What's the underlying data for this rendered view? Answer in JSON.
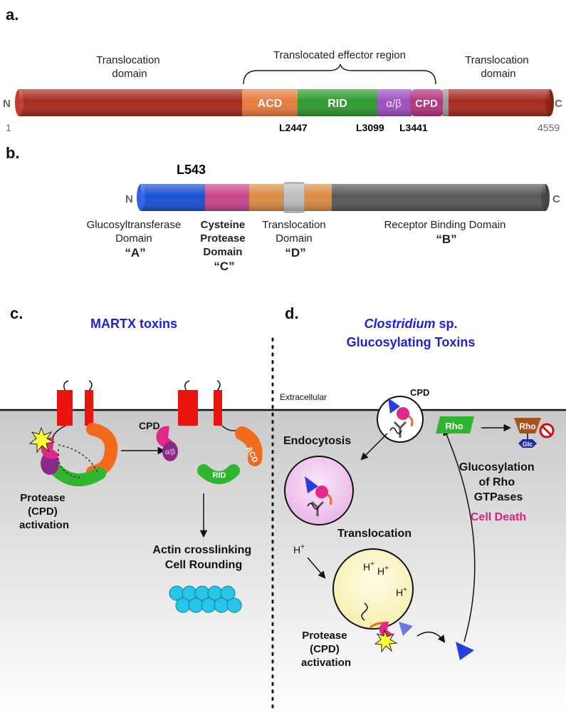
{
  "panel_a": {
    "panel_label": "a.",
    "n_terminus": "N",
    "c_terminus": "C",
    "start_residue": "1",
    "end_residue": "4559",
    "translocation_left": [
      "Translocation",
      "domain"
    ],
    "effector_region": "Translocated effector region",
    "translocation_right": [
      "Translocation",
      "domain"
    ],
    "segments": {
      "acd": "ACD",
      "rid": "RID",
      "alpha_beta": "α/β",
      "cpd": "CPD"
    },
    "cleavage_sites": [
      "L2447",
      "L3099",
      "L3441"
    ]
  },
  "panel_b": {
    "panel_label": "b.",
    "cleavage_site": "L543",
    "n_terminus": "N",
    "c_terminus": "C",
    "gt_domain": [
      "Glucosyltransferase",
      "Domain",
      "“A”"
    ],
    "cp_domain": [
      "Cysteine",
      "Protease",
      "Domain",
      "“C”"
    ],
    "tl_domain": [
      "Translocation",
      "Domain",
      "“D”"
    ],
    "rb_domain": [
      "Receptor Binding Domain",
      "“B”"
    ]
  },
  "panel_c": {
    "panel_label": "c.",
    "title": "MARTX toxins",
    "cpd": "CPD",
    "acd": "ACD",
    "alpha_beta": "α/β",
    "rid": "RID",
    "protease_activation": [
      "Protease",
      "(CPD)",
      "activation"
    ],
    "actin": [
      "Actin crosslinking",
      "Cell Rounding"
    ]
  },
  "panel_d": {
    "panel_label": "d.",
    "title_italic": "Clostridium",
    "title_rest": " sp.",
    "title_line2": "Glucosylating Toxins",
    "extracellular": "Extracellular",
    "cpd": "CPD",
    "endocytosis": "Endocytosis",
    "translocation": "Translocation",
    "proton": "H",
    "rho": "Rho",
    "glc": "Glc",
    "glucosylation": [
      "Glucosylation",
      "of Rho",
      "GTPases"
    ],
    "cell_death": "Cell Death",
    "protease_activation": [
      "Protease",
      "(CPD)",
      "activation"
    ]
  },
  "colors": {
    "translocation": "#a82a1e",
    "acd": "#e87a3e",
    "rid": "#2e9a2e",
    "alpha_beta": "#9d4fc0",
    "cpd": "#b5337e",
    "gt": "#1a4fd6",
    "cp": "#c8458a",
    "tl": "#d98b42",
    "rb": "#585858",
    "title_blue": "#1f1fd6",
    "cell_death": "#e0207f"
  }
}
